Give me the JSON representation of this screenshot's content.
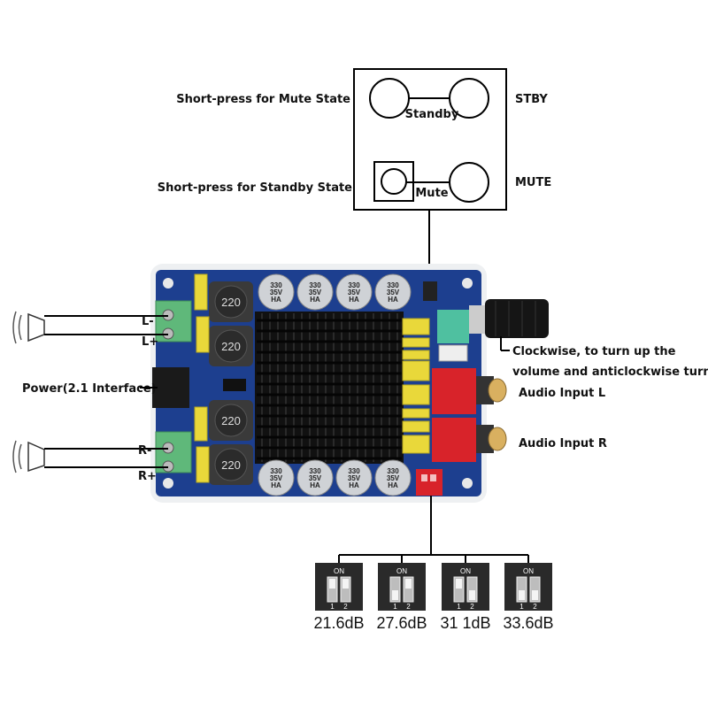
{
  "control_box": {
    "left_labels": [
      "Short-press for Mute State",
      "Short-press for Standby State"
    ],
    "right_labels": [
      "STBY",
      "MUTE"
    ],
    "inner_labels": [
      "Standby",
      "Mute"
    ]
  },
  "board": {
    "speaker_left_labels": [
      "L-",
      "L+"
    ],
    "speaker_right_labels": [
      "R-",
      "R+"
    ],
    "power_label": "Power(2.1 Interface)",
    "volume_label_lines": [
      "Clockwise, to turn up the",
      "volume and anticlockwise turn down"
    ],
    "audio_input_labels": [
      "Audio Input L",
      "Audio Input R"
    ],
    "inductor_marking": "220",
    "capacitor_marking": [
      "330",
      "35V",
      "HA"
    ],
    "colors": {
      "pcb": "#1d3f8f",
      "heatsink": "#111111",
      "terminal": "#5fb87a",
      "rca": "#d8232a",
      "dip": "#d8232a"
    }
  },
  "gain_settings": {
    "switch_on_label": "ON",
    "switch_numbers": [
      "1",
      "2"
    ],
    "options": [
      {
        "label": "21.6dB",
        "switch1": "up",
        "switch2": "up"
      },
      {
        "label": "27.6dB",
        "switch1": "down",
        "switch2": "up"
      },
      {
        "label": "31 1dB",
        "switch1": "up",
        "switch2": "down"
      },
      {
        "label": "33.6dB",
        "switch1": "down",
        "switch2": "down"
      }
    ]
  }
}
